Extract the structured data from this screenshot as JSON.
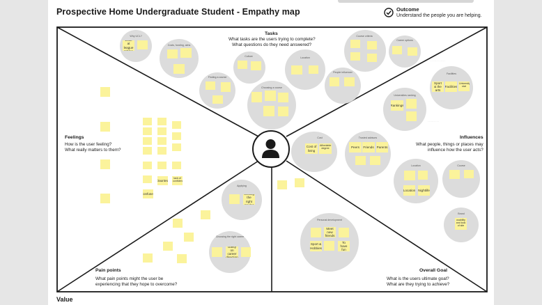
{
  "title": "Prospective Home Undergraduate Student - Empathy map",
  "outcome": {
    "label": "Outcome",
    "text": "Understand the people you are helping.",
    "icon": "check-circle-icon"
  },
  "sections": {
    "tasks": {
      "title": "Tasks",
      "q1": "What tasks are the users trying to complete?",
      "q2": "What questions do they need answered?"
    },
    "feelings": {
      "title": "Feelings",
      "q1": "How is the user feeling?",
      "q2": "What really matters to them?"
    },
    "influences": {
      "title": "Influences",
      "q1": "What people, things or places may",
      "q2": "influence how the user acts?"
    },
    "pain_points": {
      "title": "Pain points",
      "q1": "What pain points might the user be",
      "q2": "experiencing that they hope to overcome?"
    },
    "overall_goal": {
      "title": "Overall Goal",
      "q1": "What is the users ultimate goal?",
      "q2": "What are they trying to achieve?"
    }
  },
  "value_label": "Value",
  "center_icon": "user-icon",
  "clusters": {
    "why_ucl": "Why UCL?",
    "costs": "Costs, funding, aims",
    "culture": "Culture",
    "location_top": "Location",
    "course_criteria": "Course criteria",
    "career_options": "Career options",
    "finding_course": "Finding a course",
    "choosing_course": "Choosing a course",
    "people_influencer": "People influencer",
    "facilities": "Facilities",
    "university_ranking": "Universities ranking",
    "cost": "Cost",
    "trusted_advisors": "Trusted advisors",
    "location_right": "Location",
    "course_right": "Course",
    "brand": "Brand",
    "applying": "Applying",
    "choosing_career": "Choosing the right career",
    "personal_development": "Personal development"
  },
  "notes": {
    "look_league": "Look at league tables",
    "cost_living": "Cost of living",
    "affordable": "Affordable degree",
    "peers": "Peers",
    "friends": "Friends",
    "parents": "Parents",
    "sport_arts": "Sport & the arts",
    "facilities": "Facilities",
    "university_stat": "University stat",
    "rankings": "Rankings",
    "location": "Location",
    "nightlife": "Nightlife",
    "getting_grades": "Getting the right grades",
    "clarity_career": "clarity on career direction",
    "meet_friends": "Meet new friends",
    "sport_hobbies": "Sport & Hobbies",
    "to_have_fun": "To have fun",
    "usability_look": "usability and look of site",
    "confused": "Confused",
    "daunted": "Daunted",
    "lack_confidence": "lack of confidence"
  }
}
